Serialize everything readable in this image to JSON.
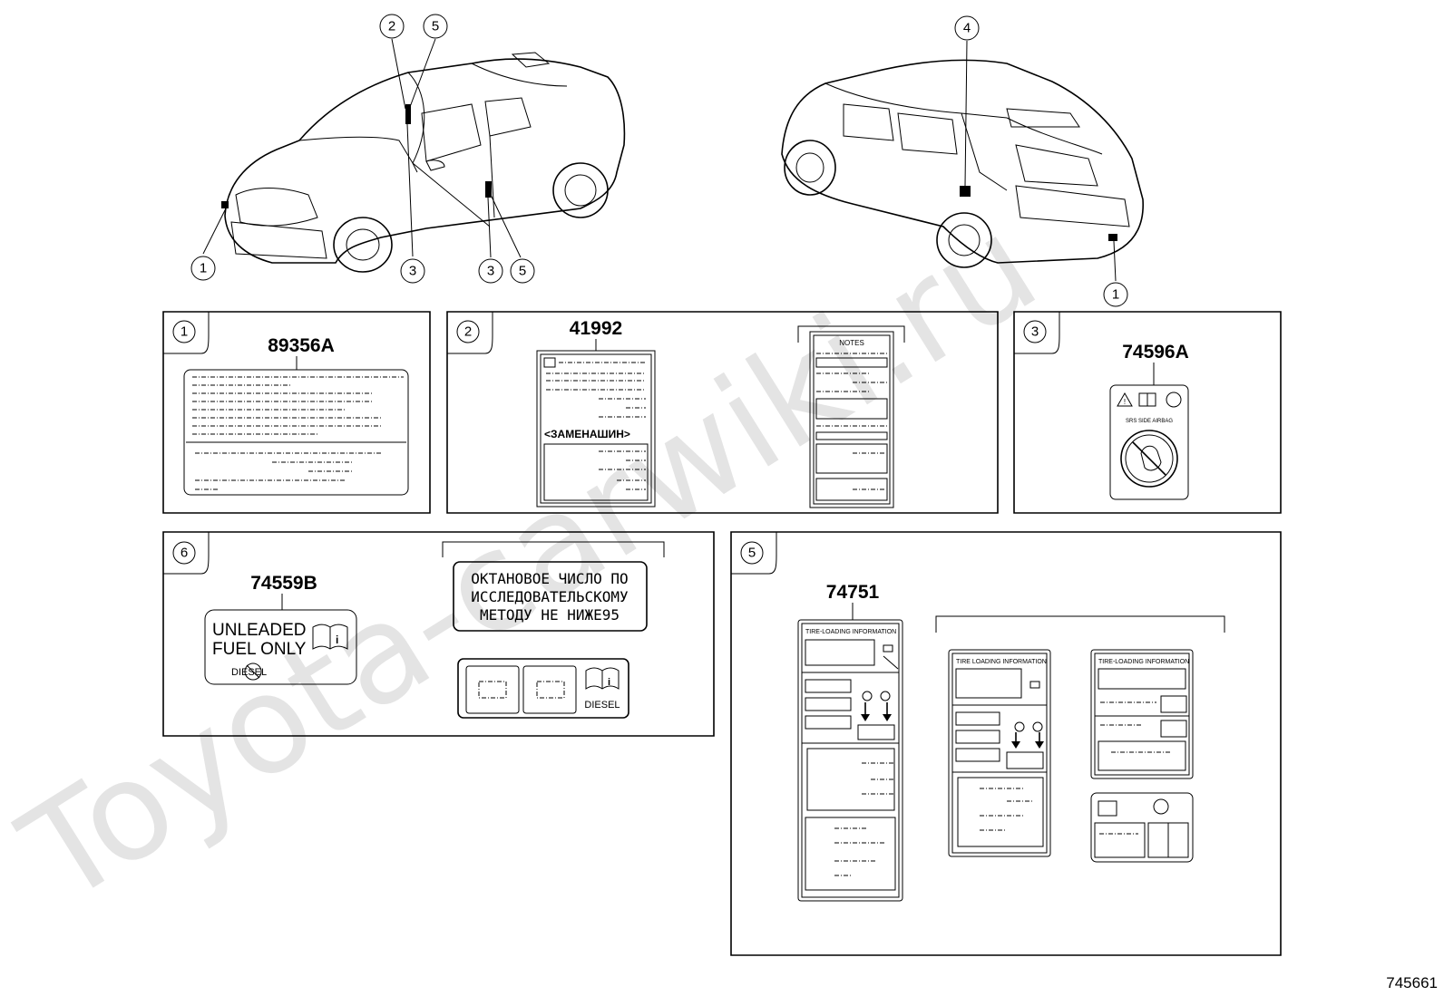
{
  "watermark": "Toyota-carwiki.ru",
  "diagram_id": "745661",
  "callouts": {
    "top_left": [
      "1",
      "2",
      "5",
      "3",
      "3",
      "5"
    ],
    "top_right": [
      "4",
      "1"
    ]
  },
  "panels": [
    {
      "num": "1",
      "part": "89356A"
    },
    {
      "num": "2",
      "part": "41992",
      "label_heading": "<ЗАМЕНАШИН>",
      "notes_title": "NOTES"
    },
    {
      "num": "3",
      "part": "74596A",
      "airbag_text": "SRS SIDE AIRBAG"
    },
    {
      "num": "6",
      "part": "74559B",
      "fuel_line1": "UNLEADED",
      "fuel_line2": "FUEL ONLY",
      "diesel_small": "DIESEL",
      "octane_line1": "ОКТАНОВОЕ ЧИСЛО ПО",
      "octane_line2": "ИССЛЕДОВАТЕЛЬСКОМУ",
      "octane_line3": "МЕТОДУ НЕ НИЖЕ95",
      "diesel_label": "DIESEL"
    },
    {
      "num": "5",
      "part": "74751",
      "tire_title_a": "TIRE-LOADING INFORMATION",
      "tire_title_b": "TIRE LOADING INFORMATION",
      "tire_title_c": "TIRE-LOADING INFORMATION"
    }
  ]
}
